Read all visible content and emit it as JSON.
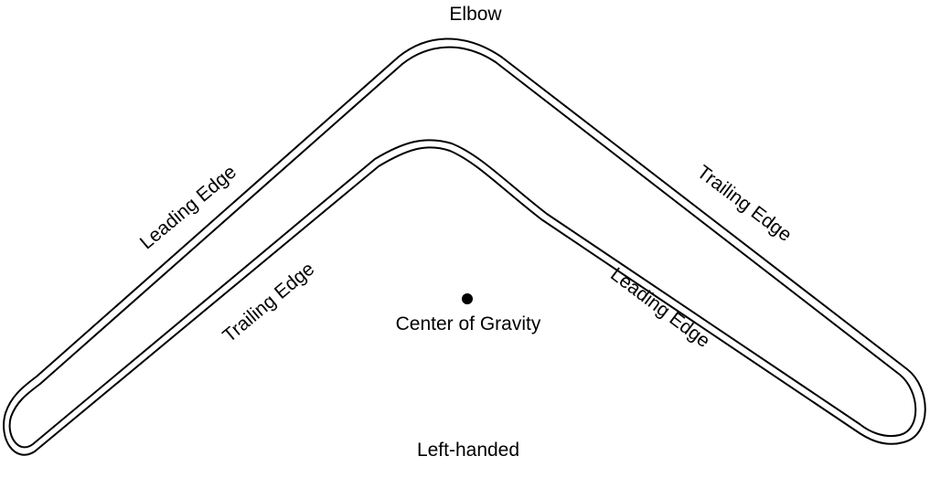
{
  "diagram": {
    "labels": {
      "elbow": "Elbow",
      "leading_edge_left": "Leading Edge",
      "trailing_edge_left": "Trailing Edge",
      "trailing_edge_right": "Trailing Edge",
      "leading_edge_right": "Leading Edge",
      "center_of_gravity": "Center of Gravity",
      "handedness": "Left-handed"
    },
    "colors": {
      "stroke": "#000000",
      "background": "#ffffff"
    }
  }
}
